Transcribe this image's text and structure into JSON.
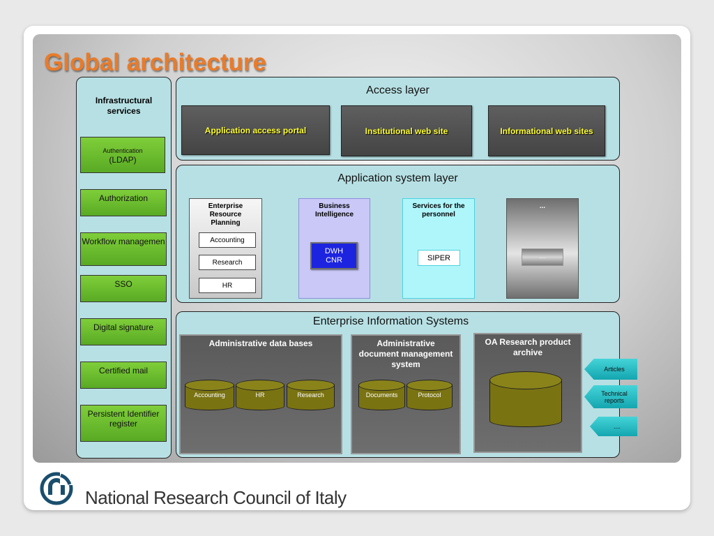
{
  "title": "Global architecture",
  "infra": {
    "title": "Infrastructural services",
    "items": [
      {
        "small": "Authentication",
        "label": "(LDAP)"
      },
      {
        "label": "Authorization"
      },
      {
        "label": "Workflow managemen"
      },
      {
        "label": "SSO"
      },
      {
        "label": "Digital signature"
      },
      {
        "label": "Certified mail"
      },
      {
        "label": "Persistent Identifier register"
      }
    ]
  },
  "access": {
    "title": "Access layer",
    "items": [
      "Application access portal",
      "Institutional web site",
      "Informational web sites"
    ]
  },
  "appsys": {
    "title": "Application system layer",
    "erp": {
      "title": "Enterprise Resource Planning",
      "items": [
        "Accounting",
        "Research",
        "HR"
      ]
    },
    "bi": {
      "title": "Business Intelligence",
      "box": "DWH CNR"
    },
    "personnel": {
      "title": "Services for the personnel",
      "box": "SIPER"
    },
    "other": {
      "title": "...",
      "box": "...."
    }
  },
  "eis": {
    "title": "Enterprise Information Systems",
    "admin_db": {
      "title": "Administrative data bases",
      "items": [
        "Accounting",
        "HR",
        "Research"
      ]
    },
    "admin_doc": {
      "title": "Administrative document management system",
      "items": [
        "Documents",
        "Protocol"
      ]
    },
    "oa": {
      "title": "OA Research product archive"
    }
  },
  "arrows": [
    "Articles",
    "Technical reports",
    "...."
  ],
  "footer": {
    "org": "National Research Council of Italy"
  },
  "colors": {
    "title": "#e97b2a",
    "cyan_box": "#b7e0e4",
    "green": "#6cbf2f",
    "portal_text": "#ffff30",
    "dwh": "#1d24e0",
    "cylinder": "#7a7312"
  }
}
